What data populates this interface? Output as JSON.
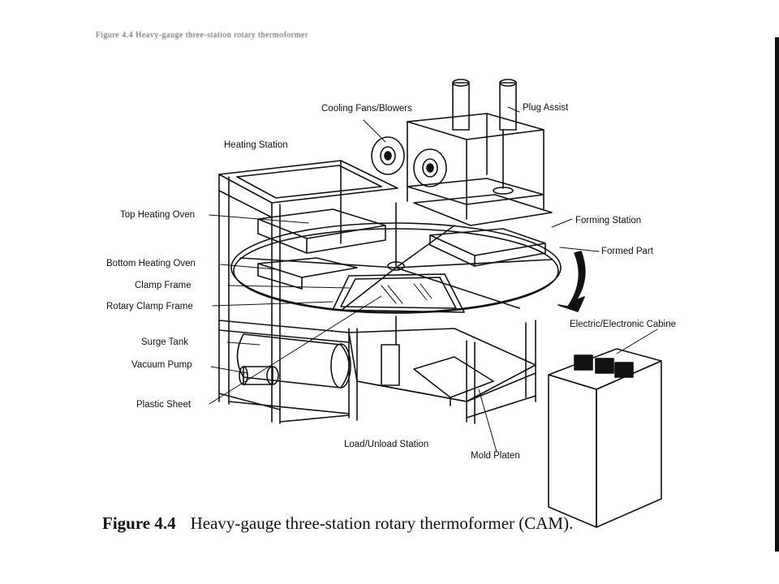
{
  "header": {
    "text": "Figure 4.4 Heavy-gauge three-station rotary thermoformer"
  },
  "labels": {
    "cooling_fans": "Cooling Fans/Blowers",
    "plug_assist": "Plug Assist",
    "heating_station": "Heating Station",
    "top_heating_oven": "Top Heating Oven",
    "forming_station": "Forming Station",
    "formed_part": "Formed Part",
    "bottom_heating_oven": "Bottom Heating Oven",
    "clamp_frame": "Clamp Frame",
    "rotary_clamp_frame": "Rotary Clamp Frame",
    "electric_cabinet": "Electric/Electronic Cabine",
    "surge_tank": "Surge Tank",
    "vacuum_pump": "Vacuum Pump",
    "plastic_sheet": "Plastic Sheet",
    "load_unload_station": "Load/Unload Station",
    "mold_platen": "Mold Platen"
  },
  "caption": {
    "figure_number": "Figure 4.4",
    "title": "Heavy-gauge three-station rotary thermoformer (CAM)."
  },
  "colors": {
    "ink": "#111111",
    "paper": "#ffffff"
  }
}
